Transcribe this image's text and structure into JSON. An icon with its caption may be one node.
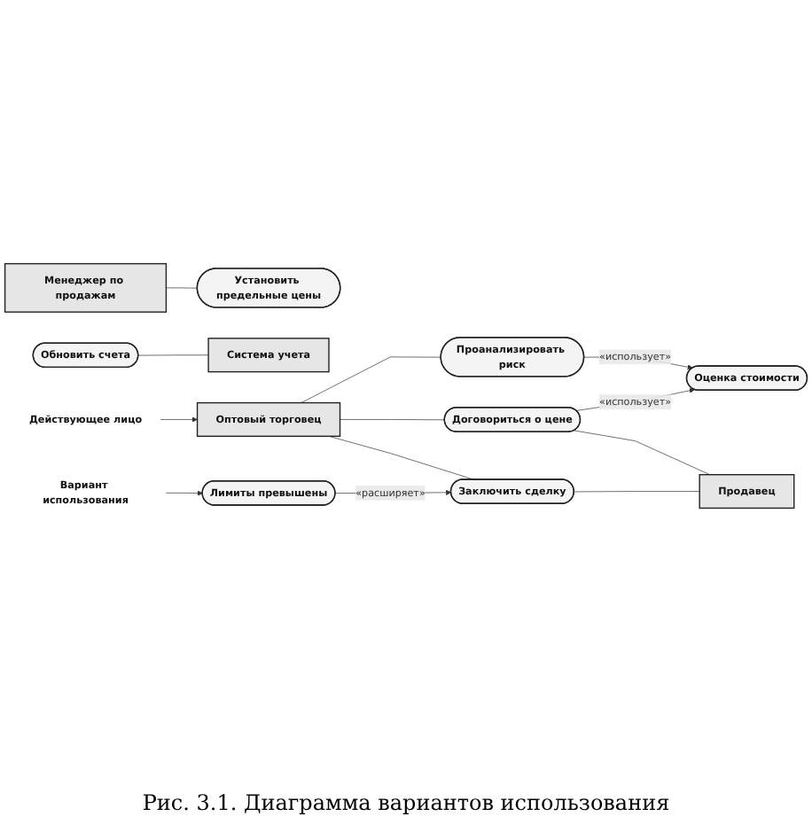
{
  "diagram": {
    "nodes": [
      {
        "text": [
          "Менеджер по продажам"
        ]
      },
      {
        "text": [
          "Установить предельные цены"
        ]
      },
      {
        "text": [
          "Обновить счета"
        ]
      },
      {
        "text": [
          "Система учета"
        ]
      },
      {
        "text": [
          "Проанализировать риск"
        ]
      },
      {
        "text": [
          "Оптовый торговец"
        ]
      },
      {
        "text": [
          "Договориться о цене"
        ]
      },
      {
        "text": [
          "Оценка стоимости"
        ]
      },
      {
        "text": [
          "Заключить сделку"
        ]
      },
      {
        "text": [
          "Продавец"
        ]
      },
      {
        "text": [
          "Действующее лицо"
        ]
      },
      {
        "text": [
          "Вариант использования"
        ]
      },
      {
        "text": [
          "Лимиты превышены"
        ]
      }
    ],
    "edges": [
      {
        "from": 0,
        "to": 1,
        "arrow": "none"
      },
      {
        "from": 2,
        "to": 3,
        "arrow": "none"
      },
      {
        "from": 5,
        "to": 4,
        "arrow": "none"
      },
      {
        "from": 5,
        "to": 6,
        "arrow": "none"
      },
      {
        "from": 5,
        "to": 8,
        "arrow": "none"
      },
      {
        "from": 4,
        "to": 7,
        "arrow": "to",
        "label": "«использует»"
      },
      {
        "from": 6,
        "to": 7,
        "arrow": "to",
        "label": "«использует»"
      },
      {
        "from": 6,
        "to": 9,
        "arrow": "none"
      },
      {
        "from": 8,
        "to": 9,
        "arrow": "none"
      },
      {
        "from": 12,
        "to": 8,
        "arrow": "to",
        "label": "«расширяет»"
      },
      {
        "from": 10,
        "to": 5,
        "arrow": "to"
      },
      {
        "from": 11,
        "to": 12,
        "arrow": "to"
      }
    ],
    "caption": "Рис. 3.1. Диаграмма вариантов использования"
  }
}
